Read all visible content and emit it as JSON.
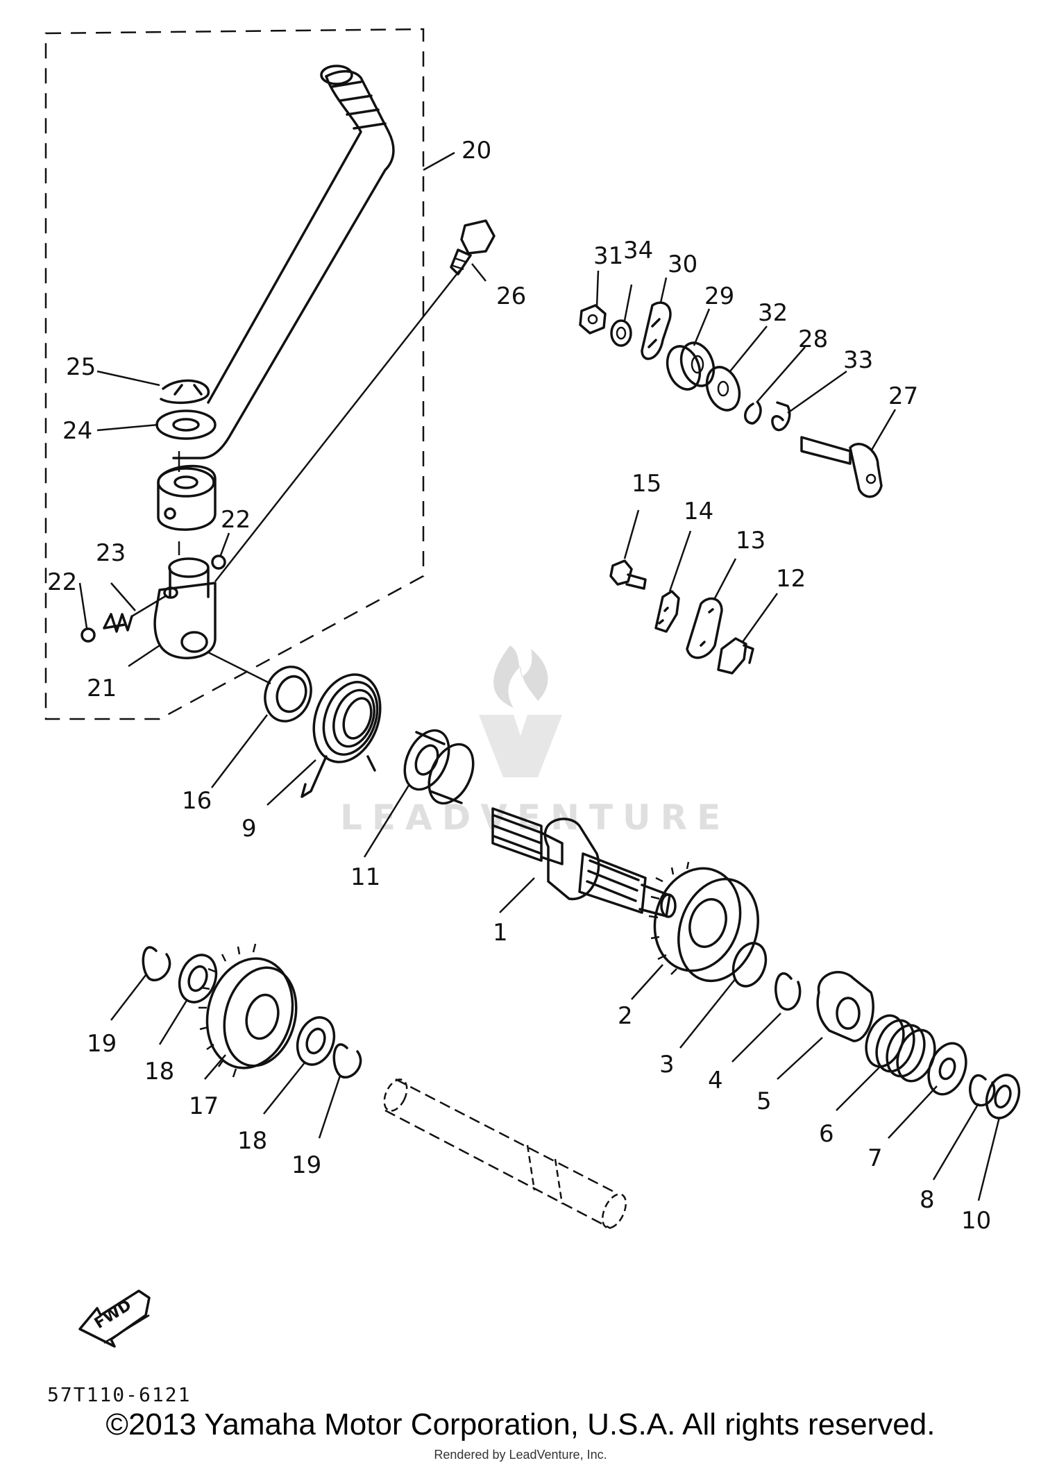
{
  "diagram_code": "57T110-6121",
  "copyright": "©2013 Yamaha Motor Corporation, U.S.A. All rights reserved.",
  "rendered_by": "Rendered by LeadVenture, Inc.",
  "watermark": "LEADVENTURE",
  "direction_label": "FWD",
  "callouts": {
    "c1": "1",
    "c2": "2",
    "c3": "3",
    "c4": "4",
    "c5": "5",
    "c6": "6",
    "c7": "7",
    "c8": "8",
    "c9": "9",
    "c10": "10",
    "c11": "11",
    "c12": "12",
    "c13": "13",
    "c14": "14",
    "c15": "15",
    "c16": "16",
    "c17": "17",
    "c18a": "18",
    "c18b": "18",
    "c19a": "19",
    "c19b": "19",
    "c20": "20",
    "c21": "21",
    "c22a": "22",
    "c22b": "22",
    "c23": "23",
    "c24": "24",
    "c25": "25",
    "c26": "26",
    "c27": "27",
    "c28": "28",
    "c29": "29",
    "c30": "30",
    "c31": "31",
    "c32": "32",
    "c33": "33",
    "c34": "34"
  }
}
